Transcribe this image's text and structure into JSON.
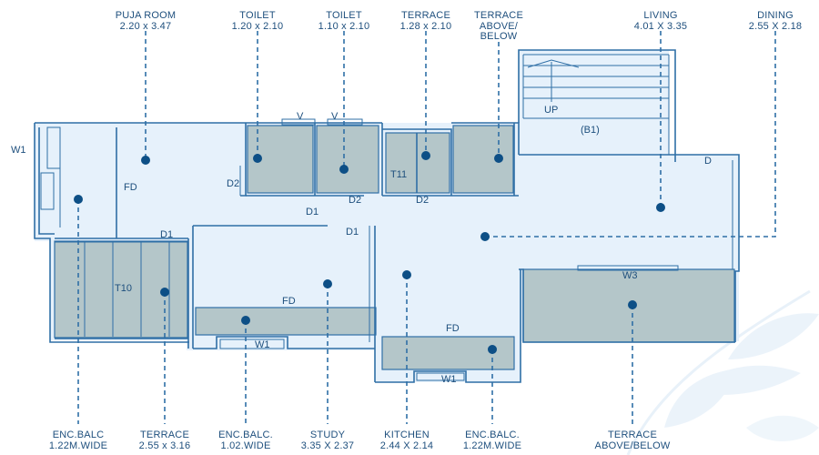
{
  "top_labels": {
    "puja_room": {
      "name": "PUJA ROOM",
      "size": "2.20 x 3.47"
    },
    "toilet_1": {
      "name": "TOILET",
      "size": "1.20 x 2.10"
    },
    "toilet_2": {
      "name": "TOILET",
      "size": "1.10 x 2.10"
    },
    "terrace_top": {
      "name": "TERRACE",
      "size": "1.28 x 2.10"
    },
    "terrace_above_top": {
      "name": "TERRACE",
      "line2": "ABOVE/",
      "line3": "BELOW"
    },
    "living": {
      "name": "LIVING",
      "size": "4.01 X 3.35"
    },
    "dining": {
      "name": "DINING",
      "size": "2.55 X 2.18"
    }
  },
  "bottom_labels": {
    "enc_balc_left": {
      "name": "ENC.BALC",
      "size": "1.22M.WIDE"
    },
    "terrace_bottom": {
      "name": "TERRACE",
      "size": "2.55 x 3.16"
    },
    "enc_balc_mid": {
      "name": "ENC.BALC.",
      "size": "1.02.WIDE"
    },
    "study": {
      "name": "STUDY",
      "size": "3.35 X 2.37"
    },
    "kitchen": {
      "name": "KITCHEN",
      "size": "2.44 X 2.14"
    },
    "enc_balc_right": {
      "name": "ENC.BALC.",
      "size": "1.22M.WIDE"
    },
    "terrace_above_bottom": {
      "name": "TERRACE",
      "line2": "ABOVE/BELOW"
    }
  },
  "plan_tags": {
    "w1_left": "W1",
    "fd_left": "FD",
    "d2_left": "D2",
    "v1": "V",
    "v2": "V",
    "d2_toilet": "D2",
    "t11": "T11",
    "d2_terrace": "D2",
    "d1_a": "D1",
    "d1_b": "D1",
    "d1_c": "D1",
    "t10": "T10",
    "fd_study": "FD",
    "w1_study": "W1",
    "fd_kitchen": "FD",
    "w1_kitchen": "W1",
    "w3": "W3",
    "up": "UP",
    "b1": "(B1)",
    "d_living": "D"
  },
  "colors": {
    "wall": "#2f6fa6",
    "dimension_leader": "#2f6fa6",
    "shaded_area": "#b4c6c9",
    "floor": "#e6f1fb",
    "label_text": "#1e4f7d"
  }
}
